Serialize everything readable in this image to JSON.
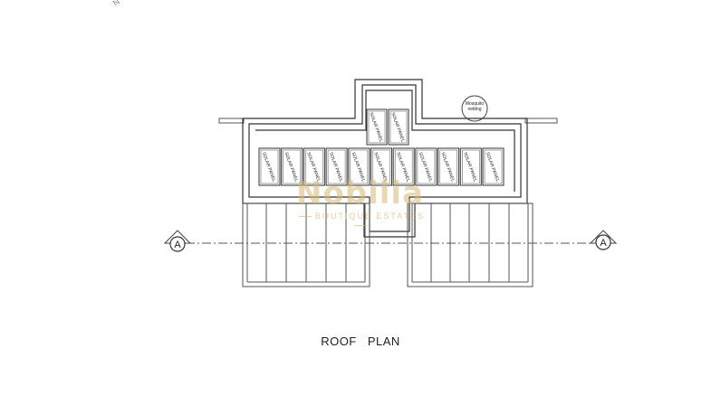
{
  "title": "ROOF PLAN",
  "section_marker": "A",
  "panel_label": "SOLAR PANEL",
  "panel_count_top": 2,
  "panel_count_row": 11,
  "mosquito_label": "Mosquito\nnetting",
  "corner_mark": "N",
  "watermark": {
    "main": "Nobilia",
    "sub": "BOUTIQUE ESTATES",
    "color": "#d6b876"
  }
}
